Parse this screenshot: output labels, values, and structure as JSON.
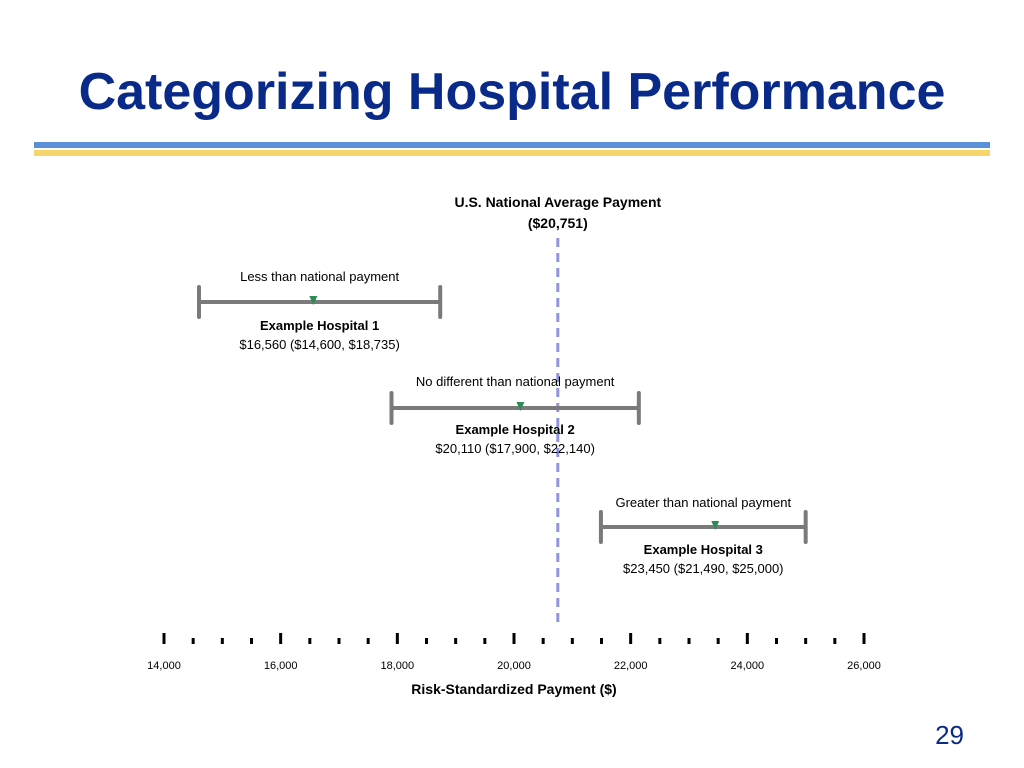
{
  "slide": {
    "title": "Categorizing Hospital Performance",
    "page_number": "29"
  },
  "colors": {
    "title": "#0a2a8a",
    "rule_blue": "#5b8fd8",
    "rule_gold": "#f6d66b",
    "interval": "#7a7a7a",
    "point_marker": "#2e8b57",
    "reference_line": "#8f95dc"
  },
  "chart_data": {
    "type": "interval",
    "xlabel": "Risk-Standardized Payment ($)",
    "xlim": [
      14000,
      26000
    ],
    "xticks": [
      14000,
      16000,
      18000,
      20000,
      22000,
      24000,
      26000
    ],
    "xtick_labels": [
      "14,000",
      "16,000",
      "18,000",
      "20,000",
      "22,000",
      "24,000",
      "26,000"
    ],
    "minor_tick_step": 500,
    "reference": {
      "value": 20751,
      "label_line1": "U.S. National Average Payment",
      "label_line2": "($20,751)"
    },
    "intervals": [
      {
        "category": "Less than national payment",
        "name": "Example Hospital 1",
        "estimate": 16560,
        "lower": 14600,
        "upper": 18735,
        "value_label": "$16,560 ($14,600, $18,735)"
      },
      {
        "category": "No different than national payment",
        "name": "Example Hospital 2",
        "estimate": 20110,
        "lower": 17900,
        "upper": 22140,
        "value_label": "$20,110 ($17,900, $22,140)"
      },
      {
        "category": "Greater than national payment",
        "name": "Example Hospital 3",
        "estimate": 23450,
        "lower": 21490,
        "upper": 25000,
        "value_label": "$23,450 ($21,490, $25,000)"
      }
    ]
  }
}
